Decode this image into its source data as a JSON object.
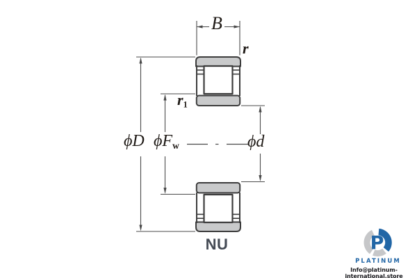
{
  "figure": {
    "type_label": "NU",
    "labels": {
      "width": "B",
      "outer_chamfer": "r",
      "inner_chamfer": {
        "base": "r",
        "sub": "1"
      },
      "outer_diameter": "ϕD",
      "raceway_diameter": {
        "base": "ϕF",
        "sub": "w"
      },
      "bore_diameter": "ϕd"
    }
  },
  "watermark": {
    "monogram": "P",
    "brand": "PLATINUM",
    "email": "Info@platinum-international.store"
  },
  "colors": {
    "ring_fill": "#c9cacb",
    "outline": "#3c3c3c",
    "dim_line": "#4a4a4a",
    "label_text": "#1f1a16",
    "type_label_color": "#454b55",
    "logo_blue": "#2166a6",
    "logo_gray": "#c6c7c9",
    "email_text": "#15161a"
  }
}
